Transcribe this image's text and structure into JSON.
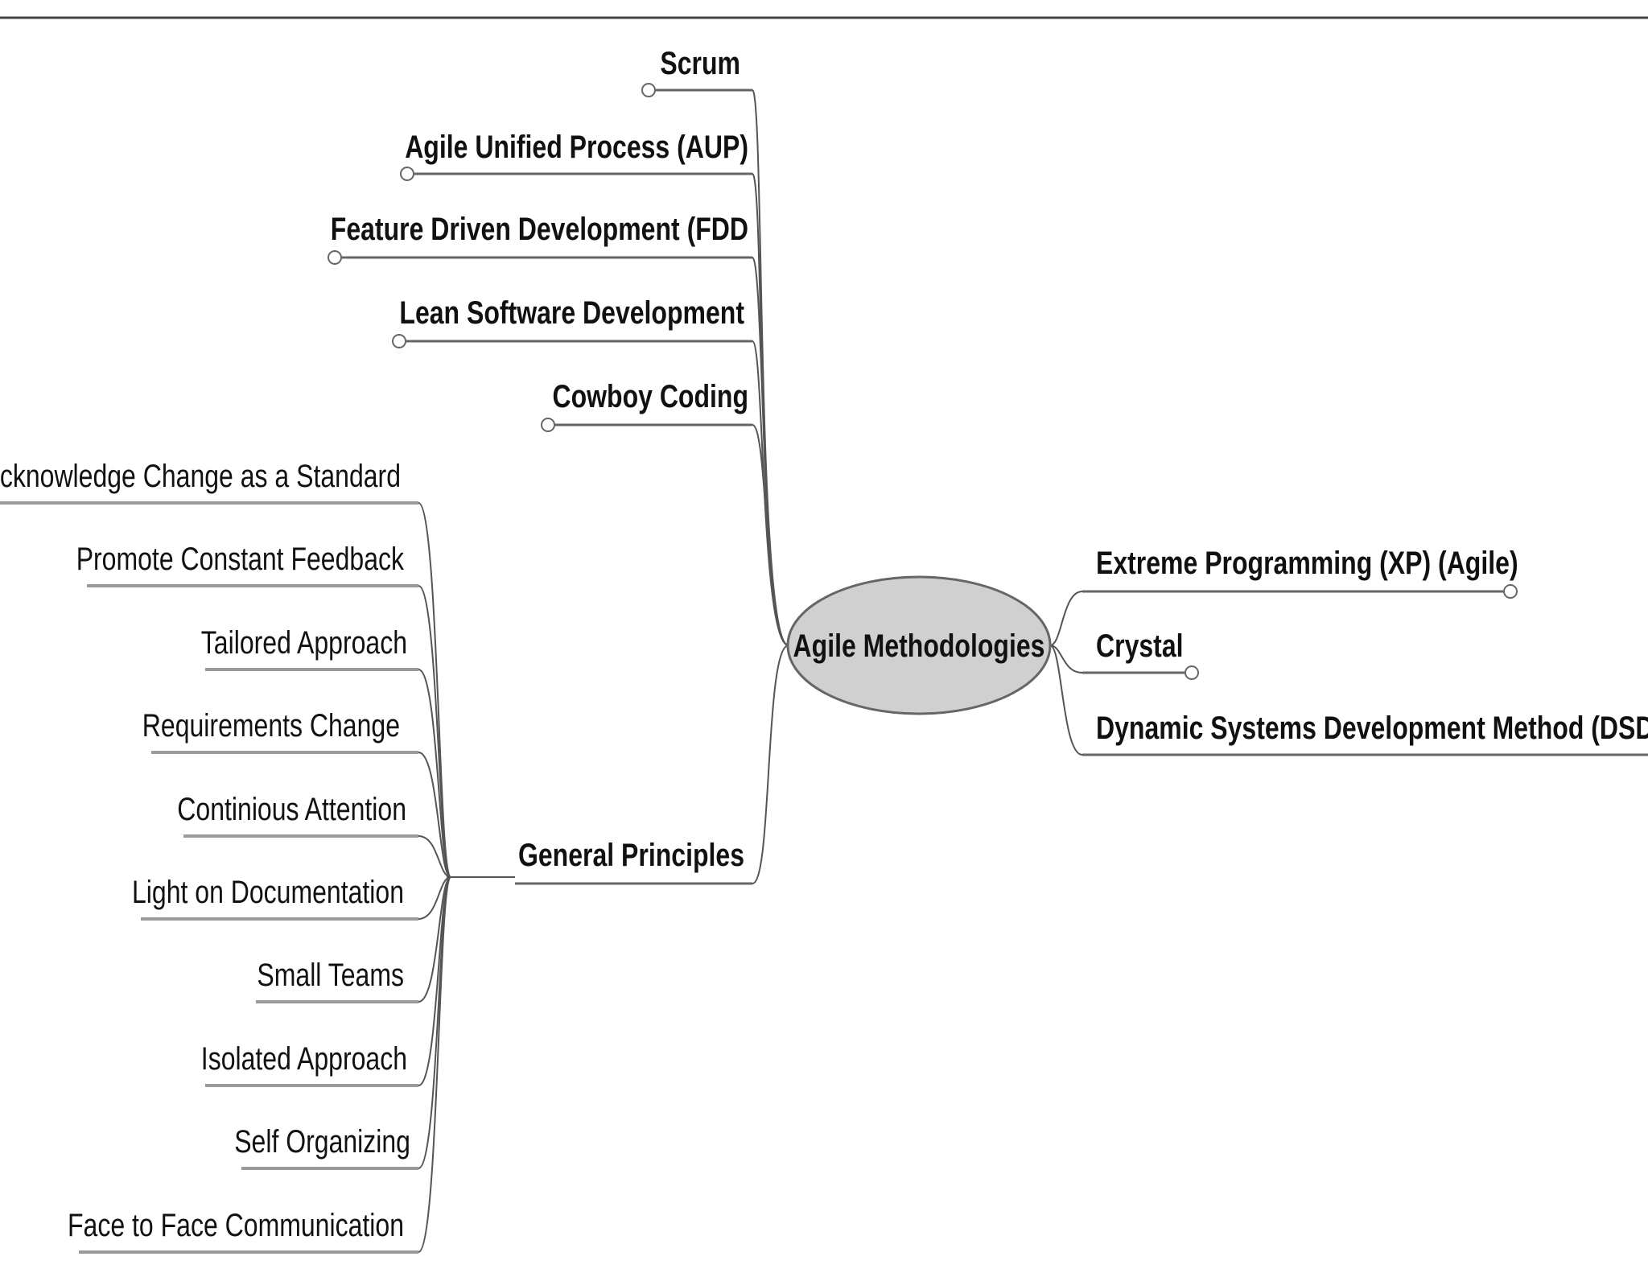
{
  "diagram": {
    "central_topic": "Agile Methodologies",
    "left_branches": [
      {
        "label": "Scrum"
      },
      {
        "label": "Agile Unified Process (AUP)"
      },
      {
        "label": "Feature Driven Development (FDD"
      },
      {
        "label": "Lean Software Development"
      },
      {
        "label": "Cowboy Coding"
      }
    ],
    "general_principles": {
      "label": "General Principles",
      "children": [
        {
          "label": "Acknowledge Change as a Standard"
        },
        {
          "label": "Promote Constant Feedback"
        },
        {
          "label": "Tailored Approach"
        },
        {
          "label": "Requirements Change"
        },
        {
          "label": "Continious Attention"
        },
        {
          "label": "Light on Documentation"
        },
        {
          "label": "Small Teams"
        },
        {
          "label": "Isolated Approach"
        },
        {
          "label": "Self Organizing"
        },
        {
          "label": "Face to Face Communication"
        }
      ]
    },
    "right_branches": [
      {
        "label": "Extreme Programming (XP) (Agile)"
      },
      {
        "label": "Crystal"
      },
      {
        "label": "Dynamic Systems Development Method (DSDM)"
      }
    ]
  }
}
